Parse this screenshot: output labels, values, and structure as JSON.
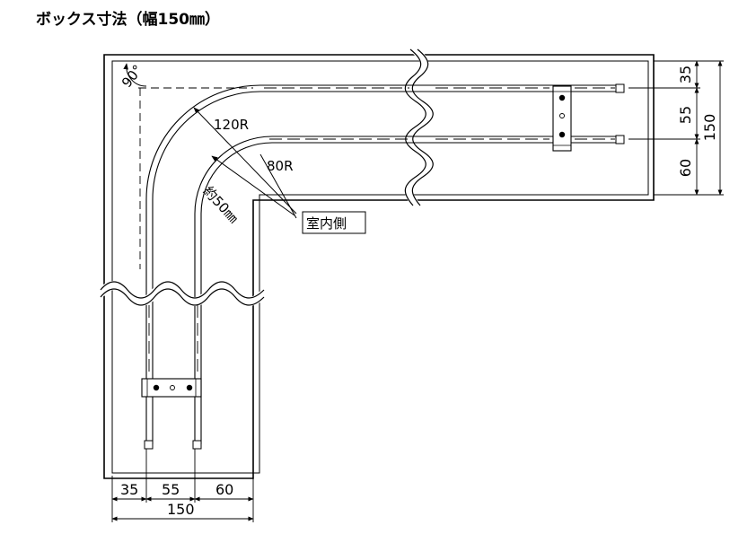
{
  "title": "ボックス寸法（幅150㎜）",
  "labels": {
    "angle": "90°",
    "radius_outer": "120R",
    "radius_inner": "80R",
    "approx": "約50㎜",
    "indoor": "室内側"
  },
  "dims_bottom": {
    "d1": "35",
    "d2": "55",
    "d3": "60",
    "total": "150"
  },
  "dims_right": {
    "d1": "35",
    "d2": "55",
    "d3": "60",
    "total": "150"
  }
}
